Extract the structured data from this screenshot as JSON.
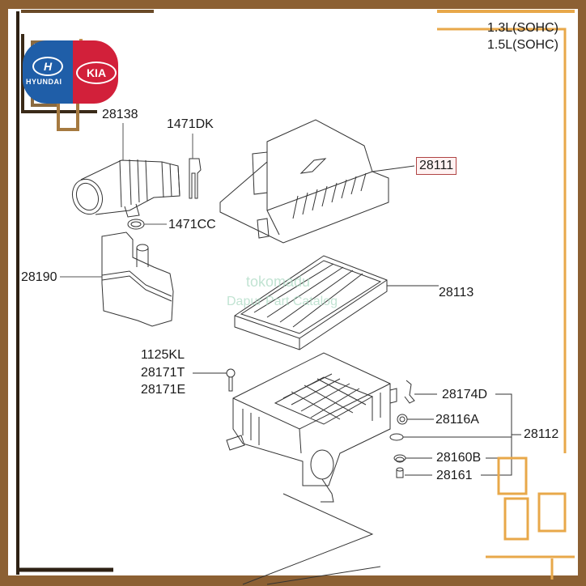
{
  "diagram": {
    "title_engine_lines": [
      "1.3L(SOHC)",
      "1.5L(SOHC)"
    ],
    "brand_logo": {
      "left_brand": "HYUNDAI",
      "right_brand": "KIA",
      "left_color": "#1f5ea8",
      "right_color": "#d2203a"
    },
    "watermark": [
      "tokomadu",
      "Dapur Part Catalog"
    ],
    "highlighted_part": "28111",
    "frame_color": "#8c6033",
    "accent_color": "#e8a84a",
    "parts": [
      {
        "id": "28138",
        "desc": "intake-hose"
      },
      {
        "id": "1471DK",
        "desc": "clamp"
      },
      {
        "id": "1471CC",
        "desc": "hose-clamp"
      },
      {
        "id": "28111",
        "desc": "air-cleaner-cover"
      },
      {
        "id": "28190",
        "desc": "resonator"
      },
      {
        "id": "28113",
        "desc": "air-filter-element"
      },
      {
        "id": "1125KL",
        "desc": "bolt"
      },
      {
        "id": "28171T",
        "desc": "bolt"
      },
      {
        "id": "28171E",
        "desc": "bolt"
      },
      {
        "id": "28174D",
        "desc": "clip"
      },
      {
        "id": "28116A",
        "desc": "grommet"
      },
      {
        "id": "28112",
        "desc": "air-cleaner-body"
      },
      {
        "id": "28160B",
        "desc": "insulator"
      },
      {
        "id": "28161",
        "desc": "collar"
      }
    ]
  }
}
